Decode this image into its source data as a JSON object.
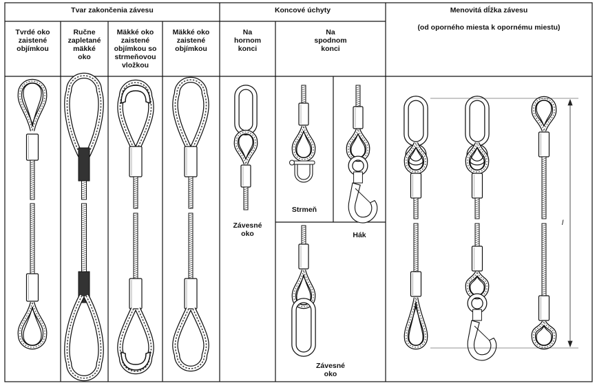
{
  "headers": {
    "group_termination": "Tvar zakončenia závesu",
    "group_end_fittings": "Koncové úchyty",
    "group_nominal_length": "Menovitá dĺžka závesu",
    "nominal_length_note": "(od oporného miesta k opornému miestu)"
  },
  "columns": {
    "hard_eye": "Tvrdé oko\nzaistené\nobjímkou",
    "hand_spliced": "Ručne\nzapletané\nmäkké\noko",
    "soft_eye_thimble": "Mäkké oko\nzaistené\nobjímkou so\nstrmeňovou\nvložkou",
    "soft_eye": "Mäkké oko\nzaistené\nobjímkou",
    "top_end": "Na\nhornom\nkonci",
    "bottom_end": "Na\nspodnom\nkonci"
  },
  "labels": {
    "master_link_top": "Závesné\noko",
    "shackle": "Strmeň",
    "hook": "Hák",
    "master_link_bottom": "Závesné\noko",
    "length_symbol": "l"
  }
}
